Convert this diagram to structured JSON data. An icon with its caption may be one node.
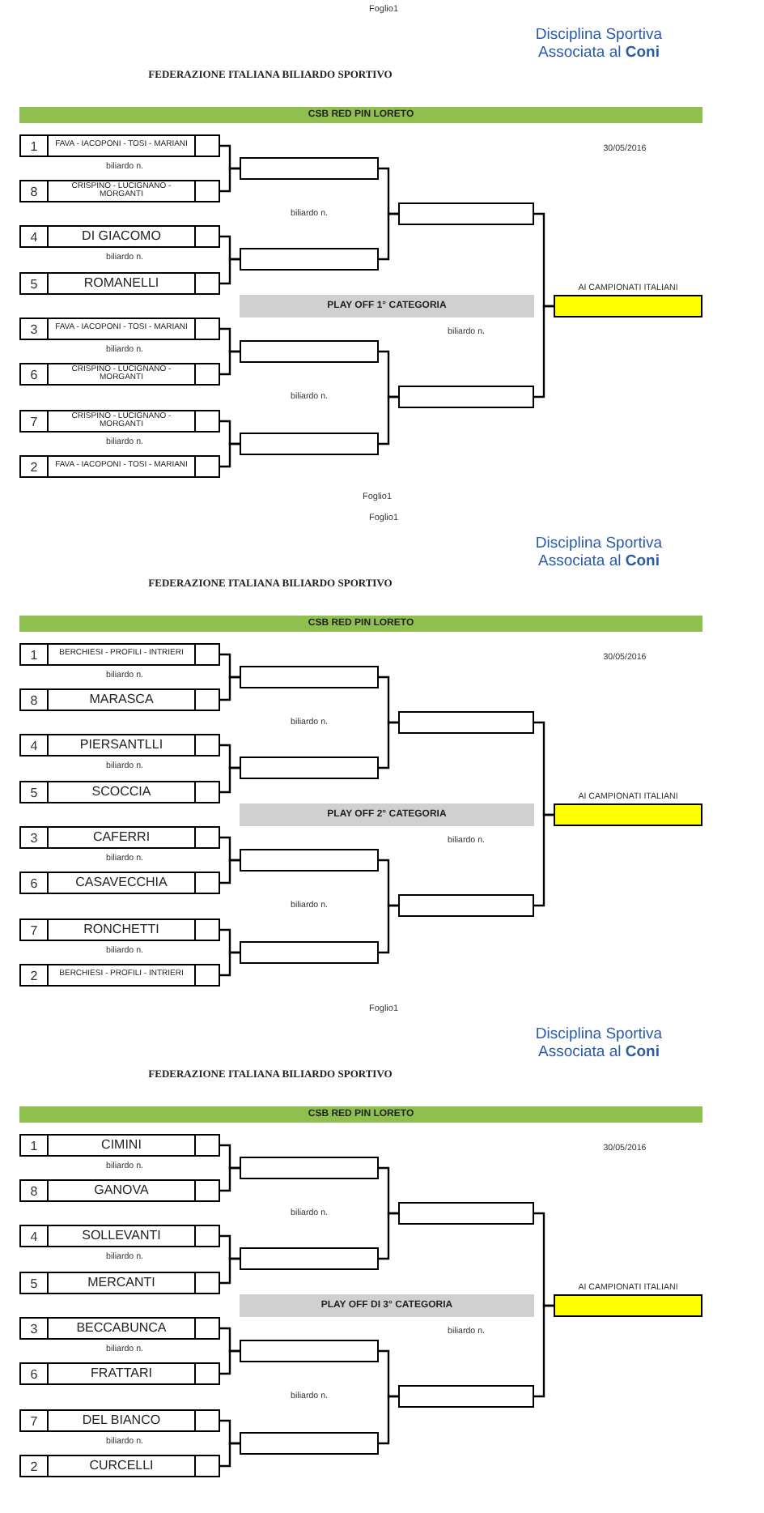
{
  "diagram": {
    "nodes": [
      {
        "text": [
          "CSB RED PIN LORETO"
        ]
      },
      {
        "text": [
          "1",
          "FAVA - IACOPONI - TOSI - MARIANI"
        ]
      },
      {
        "text": [],
        "shape": "box"
      },
      {
        "text": [
          "8",
          "CRISPINO - LUCIGNANO - MORGANTI"
        ]
      },
      {
        "text": [],
        "shape": "box"
      },
      {
        "text": [
          "4",
          "DI GIACOMO"
        ]
      },
      {
        "text": [],
        "shape": "box"
      },
      {
        "text": [
          "5",
          "ROMANELLI"
        ]
      },
      {
        "text": [],
        "shape": "box",
        "beside": [
          "AI CAMPIONATI ITALIANI"
        ]
      },
      {
        "text": [
          "PLAY OFF 1° CATEGORIA"
        ]
      },
      {
        "text": [
          "3",
          "FAVA - IACOPONI - TOSI - MARIANI"
        ]
      },
      {
        "text": [],
        "shape": "box"
      },
      {
        "text": [
          "6",
          "CRISPINO - LUCIGNANO - MORGANTI"
        ]
      },
      {
        "text": [],
        "shape": "box"
      },
      {
        "text": [
          "7",
          "CRISPINO - LUCIGNANO - MORGANTI"
        ]
      },
      {
        "text": [],
        "shape": "box"
      },
      {
        "text": [
          "2",
          "FAVA - IACOPONI - TOSI - MARIANI"
        ]
      },
      {
        "text": [
          "CSB RED PIN LORETO"
        ]
      },
      {
        "text": [
          "1",
          "BERCHIESI - PROFILI - INTRIERI"
        ]
      },
      {
        "text": [],
        "shape": "box"
      },
      {
        "text": [
          "8",
          "MARASCA"
        ]
      },
      {
        "text": [],
        "shape": "box"
      },
      {
        "text": [
          "4",
          "PIERSANTLLI"
        ]
      },
      {
        "text": [],
        "shape": "box"
      },
      {
        "text": [
          "5",
          "SCOCCIA"
        ]
      },
      {
        "text": [],
        "shape": "box",
        "beside": [
          "AI CAMPIONATI ITALIANI"
        ]
      },
      {
        "text": [
          "PLAY OFF 2° CATEGORIA"
        ]
      },
      {
        "text": [
          "3",
          "CAFERRI"
        ]
      },
      {
        "text": [],
        "shape": "box"
      },
      {
        "text": [
          "6",
          "CASAVECCHIA"
        ]
      },
      {
        "text": [],
        "shape": "box"
      },
      {
        "text": [
          "7",
          "RONCHETTI"
        ]
      },
      {
        "text": [],
        "shape": "box"
      },
      {
        "text": [
          "2",
          "BERCHIESI - PROFILI - INTRIERI"
        ]
      },
      {
        "text": [
          "CSB RED PIN LORETO"
        ]
      },
      {
        "text": [
          "1",
          "CIMINI"
        ]
      },
      {
        "text": [],
        "shape": "box"
      },
      {
        "text": [
          "8",
          "GANOVA"
        ]
      },
      {
        "text": [],
        "shape": "box"
      },
      {
        "text": [
          "4",
          "SOLLEVANTI"
        ]
      },
      {
        "text": [],
        "shape": "box"
      },
      {
        "text": [
          "5",
          "MERCANTI"
        ]
      },
      {
        "text": [],
        "shape": "box",
        "beside": [
          "AI CAMPIONATI ITALIANI"
        ]
      },
      {
        "text": [
          "PLAY OFF DI 3° CATEGORIA"
        ]
      },
      {
        "text": [
          "3",
          "BECCABUNCA"
        ]
      },
      {
        "text": [],
        "shape": "box"
      },
      {
        "text": [
          "6",
          "FRATTARI"
        ]
      },
      {
        "text": [],
        "shape": "box"
      },
      {
        "text": [
          "7",
          "DEL BIANCO"
        ]
      },
      {
        "text": [],
        "shape": "box"
      },
      {
        "text": [
          "2",
          "CURCELLI"
        ]
      }
    ],
    "edges": [
      {
        "from": 1,
        "to": 2,
        "arrow": "none"
      },
      {
        "from": 3,
        "to": 2,
        "arrow": "none"
      },
      {
        "from": 5,
        "to": 6,
        "arrow": "none"
      },
      {
        "from": 7,
        "to": 6,
        "arrow": "none"
      },
      {
        "from": 2,
        "to": 4,
        "arrow": "none"
      },
      {
        "from": 6,
        "to": 4,
        "arrow": "none"
      },
      {
        "from": 10,
        "to": 11,
        "arrow": "none"
      },
      {
        "from": 12,
        "to": 11,
        "arrow": "none"
      },
      {
        "from": 14,
        "to": 15,
        "arrow": "none"
      },
      {
        "from": 16,
        "to": 15,
        "arrow": "none"
      },
      {
        "from": 11,
        "to": 13,
        "arrow": "none"
      },
      {
        "from": 15,
        "to": 13,
        "arrow": "none"
      },
      {
        "from": 4,
        "to": 8,
        "arrow": "none"
      },
      {
        "from": 13,
        "to": 8,
        "arrow": "none"
      },
      {
        "from": 18,
        "to": 19,
        "arrow": "none"
      },
      {
        "from": 20,
        "to": 19,
        "arrow": "none"
      },
      {
        "from": 22,
        "to": 23,
        "arrow": "none"
      },
      {
        "from": 24,
        "to": 23,
        "arrow": "none"
      },
      {
        "from": 19,
        "to": 21,
        "arrow": "none"
      },
      {
        "from": 23,
        "to": 21,
        "arrow": "none"
      },
      {
        "from": 27,
        "to": 28,
        "arrow": "none"
      },
      {
        "from": 29,
        "to": 28,
        "arrow": "none"
      },
      {
        "from": 31,
        "to": 32,
        "arrow": "none"
      },
      {
        "from": 33,
        "to": 32,
        "arrow": "none"
      },
      {
        "from": 28,
        "to": 30,
        "arrow": "none"
      },
      {
        "from": 32,
        "to": 30,
        "arrow": "none"
      },
      {
        "from": 21,
        "to": 25,
        "arrow": "none"
      },
      {
        "from": 30,
        "to": 25,
        "arrow": "none"
      },
      {
        "from": 35,
        "to": 36,
        "arrow": "none"
      },
      {
        "from": 37,
        "to": 36,
        "arrow": "none"
      },
      {
        "from": 39,
        "to": 40,
        "arrow": "none"
      },
      {
        "from": 41,
        "to": 40,
        "arrow": "none"
      },
      {
        "from": 36,
        "to": 38,
        "arrow": "none"
      },
      {
        "from": 40,
        "to": 38,
        "arrow": "none"
      },
      {
        "from": 44,
        "to": 45,
        "arrow": "none"
      },
      {
        "from": 46,
        "to": 45,
        "arrow": "none"
      },
      {
        "from": 48,
        "to": 49,
        "arrow": "none"
      },
      {
        "from": 50,
        "to": 49,
        "arrow": "none"
      },
      {
        "from": 45,
        "to": 47,
        "arrow": "none"
      },
      {
        "from": 49,
        "to": 47,
        "arrow": "none"
      },
      {
        "from": 38,
        "to": 42,
        "arrow": "none"
      },
      {
        "from": 47,
        "to": 42,
        "arrow": "none"
      }
    ],
    "labels": [
      "Foglio1",
      "Disciplina Sportiva Associata al **Coni**",
      "FEDERAZIONE ITALIANA BILIARDO SPORTIVO",
      "30/05/2016",
      "biliardo n.",
      "biliardo n.",
      "biliardo n.",
      "biliardo n.",
      "biliardo n.",
      "biliardo n.",
      "biliardo n.",
      "Foglio1",
      "Foglio1",
      "Disciplina Sportiva Associata al **Coni**",
      "FEDERAZIONE ITALIANA BILIARDO SPORTIVO",
      "30/05/2016",
      "biliardo n.",
      "biliardo n.",
      "biliardo n.",
      "biliardo n.",
      "biliardo n.",
      "biliardo n.",
      "biliardo n.",
      "Foglio1",
      "Disciplina Sportiva Associata al **Coni**",
      "FEDERAZIONE ITALIANA BILIARDO SPORTIVO",
      "30/05/2016",
      "biliardo n.",
      "biliardo n.",
      "biliardo n.",
      "biliardo n.",
      "biliardo n.",
      "biliardo n.",
      "biliardo n."
    ]
  }
}
